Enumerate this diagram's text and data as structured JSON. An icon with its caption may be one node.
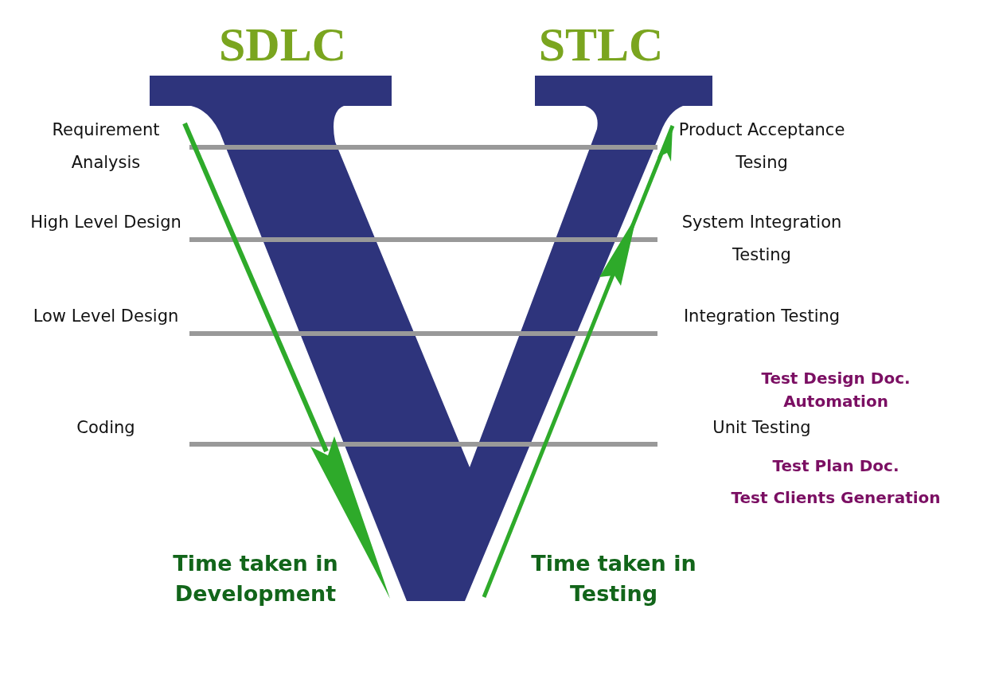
{
  "diagram": {
    "nodes": [
      {
        "text": [
          "Requirement Analysis"
        ]
      },
      {
        "text": [
          "High Level Design"
        ]
      },
      {
        "text": [
          "Low Level Design"
        ]
      },
      {
        "text": [
          "Coding"
        ]
      },
      {
        "text": [
          "Product Acceptance Tesing"
        ]
      },
      {
        "text": [
          "System Integration Testing"
        ]
      },
      {
        "text": [
          "Integration Testing"
        ]
      },
      {
        "text": [
          "Unit Testing"
        ]
      }
    ],
    "edges": [
      {
        "from": 0,
        "to": 4,
        "arrow": "none"
      },
      {
        "from": 1,
        "to": 5,
        "arrow": "none"
      },
      {
        "from": 2,
        "to": 6,
        "arrow": "none"
      },
      {
        "from": 3,
        "to": 7,
        "arrow": "none"
      }
    ],
    "labels": [
      "SDLC",
      "STLC",
      "Test Design Doc. Automation",
      "Test Plan Doc.",
      "Test Clients Generation",
      "Time taken in Development",
      "Time taken in Testing"
    ]
  }
}
